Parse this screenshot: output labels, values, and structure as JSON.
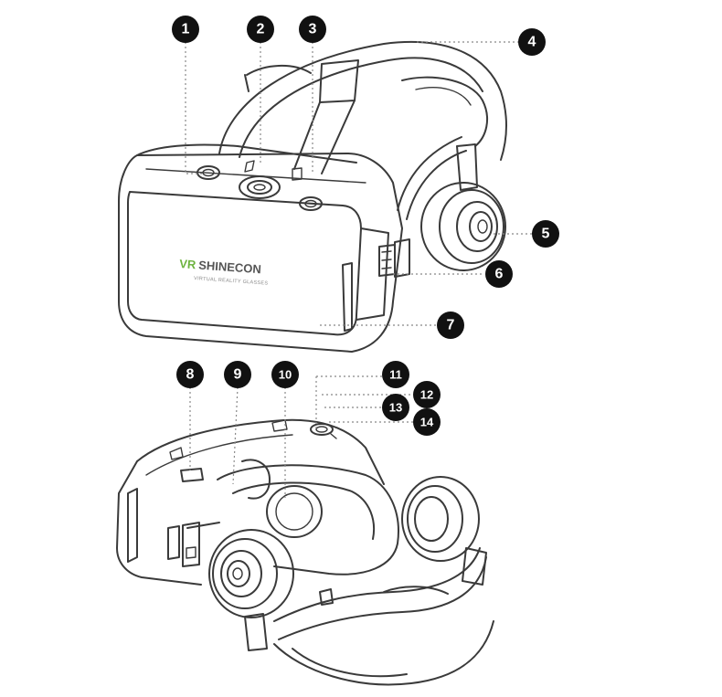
{
  "brand": {
    "prefix": "VR",
    "name": "SHINECON",
    "tagline": "VIRTUAL REALITY GLASSES"
  },
  "callouts": [
    "1",
    "2",
    "3",
    "4",
    "5",
    "6",
    "7",
    "8",
    "9",
    "10",
    "11",
    "12",
    "13",
    "14"
  ],
  "colors": {
    "callout_fill": "#111111",
    "callout_text": "#ffffff",
    "brand_accent": "#6db33f",
    "line": "#3a3a3a"
  }
}
